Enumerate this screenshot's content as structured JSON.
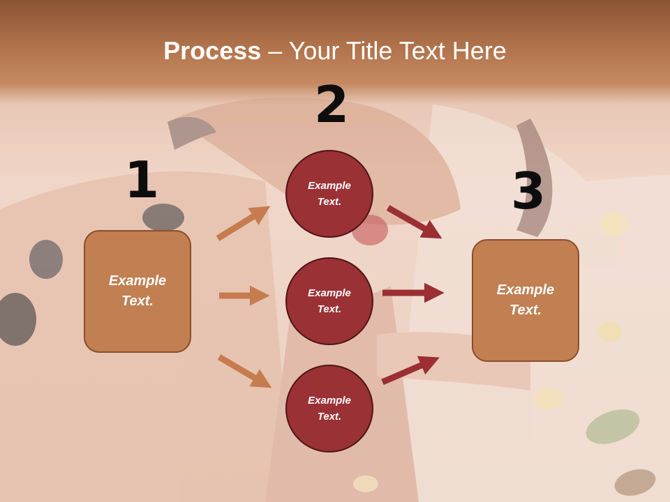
{
  "title": {
    "bold": "Process",
    "rest": " – Your Title Text Here"
  },
  "steps": [
    {
      "number": "1",
      "box": {
        "line1": "Example",
        "line2": "Text."
      }
    },
    {
      "number": "2",
      "circles": [
        {
          "line1": "Example",
          "line2": "Text."
        },
        {
          "line1": "Example",
          "line2": "Text."
        },
        {
          "line1": "Example",
          "line2": "Text."
        }
      ]
    },
    {
      "number": "3",
      "box": {
        "line1": "Example",
        "line2": "Text."
      }
    }
  ],
  "colors": {
    "box": "#c17f52",
    "circle": "#9a3135",
    "arrow_in": "#c67c4e",
    "arrow_out": "#9b2f33"
  }
}
